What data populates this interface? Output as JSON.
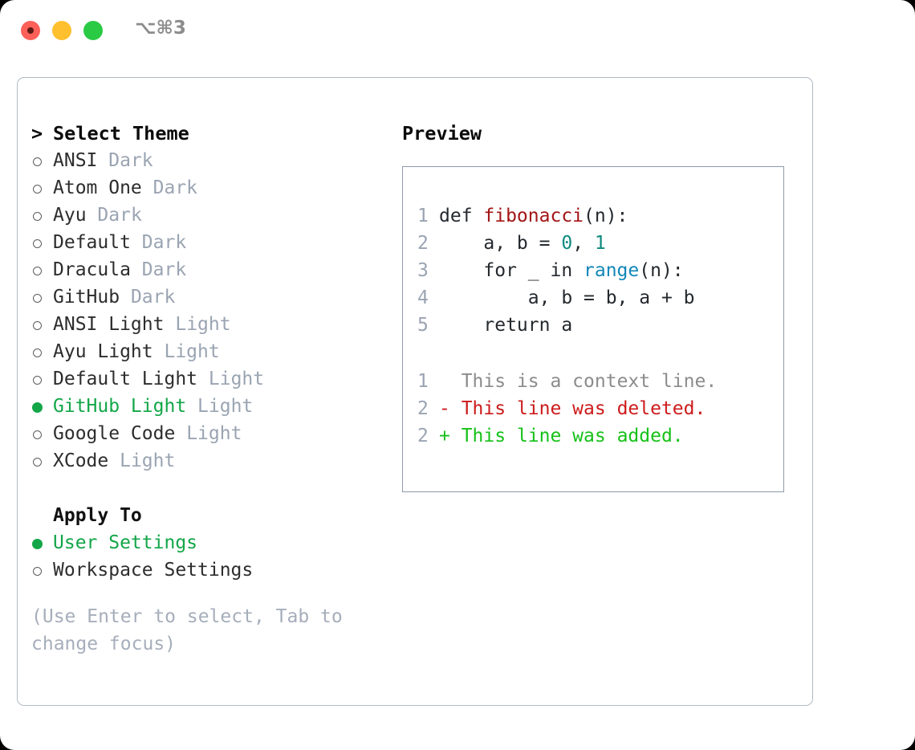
{
  "window": {
    "title": "⌥⌘3",
    "traffic_lights": [
      "close-red",
      "minimize-yellow",
      "maximize-green"
    ]
  },
  "left": {
    "heading_marker": "> ",
    "heading": "Select Theme",
    "themes": [
      {
        "name": "ANSI",
        "tag": "Dark",
        "selected": false
      },
      {
        "name": "Atom One",
        "tag": "Dark",
        "selected": false
      },
      {
        "name": "Ayu",
        "tag": "Dark",
        "selected": false
      },
      {
        "name": "Default",
        "tag": "Dark",
        "selected": false
      },
      {
        "name": "Dracula",
        "tag": "Dark",
        "selected": false
      },
      {
        "name": "GitHub",
        "tag": "Dark",
        "selected": false
      },
      {
        "name": "ANSI Light",
        "tag": "Light",
        "selected": false
      },
      {
        "name": "Ayu Light",
        "tag": "Light",
        "selected": false
      },
      {
        "name": "Default Light",
        "tag": "Light",
        "selected": false
      },
      {
        "name": "GitHub Light",
        "tag": "Light",
        "selected": true
      },
      {
        "name": "Google Code",
        "tag": "Light",
        "selected": false
      },
      {
        "name": "XCode",
        "tag": "Light",
        "selected": false
      }
    ],
    "apply_to_label": "Apply To",
    "apply_to_options": [
      {
        "name": "User Settings",
        "selected": true
      },
      {
        "name": "Workspace Settings",
        "selected": false
      }
    ],
    "hint": "(Use Enter to select, Tab to change focus)"
  },
  "right": {
    "preview_title": "Preview",
    "code_lines": [
      {
        "no": "1",
        "tokens": [
          {
            "t": "def ",
            "k": "kw"
          },
          {
            "t": "fibonacci",
            "k": "fn"
          },
          {
            "t": "(n):",
            "k": "plain"
          }
        ]
      },
      {
        "no": "2",
        "tokens": [
          {
            "t": "    a, b = ",
            "k": "plain"
          },
          {
            "t": "0",
            "k": "num"
          },
          {
            "t": ", ",
            "k": "plain"
          },
          {
            "t": "1",
            "k": "num"
          }
        ]
      },
      {
        "no": "3",
        "tokens": [
          {
            "t": "    for _ in ",
            "k": "kw"
          },
          {
            "t": "range",
            "k": "bi"
          },
          {
            "t": "(n):",
            "k": "plain"
          }
        ]
      },
      {
        "no": "4",
        "tokens": [
          {
            "t": "        a, b = b, a + b",
            "k": "plain"
          }
        ]
      },
      {
        "no": "5",
        "tokens": [
          {
            "t": "    return a",
            "k": "kw"
          }
        ]
      }
    ],
    "diff_lines": [
      {
        "no": "1",
        "sign": " ",
        "text": " This is a context line.",
        "kind": "ctx"
      },
      {
        "no": "2",
        "sign": "-",
        "text": " This line was deleted.",
        "kind": "del"
      },
      {
        "no": "2",
        "sign": "+",
        "text": " This line was added.",
        "kind": "add"
      }
    ]
  },
  "colors": {
    "accent_green": "#13a648",
    "muted": "#9aa4b2",
    "border": "#b3bac6",
    "code_border": "#8d9aab",
    "fn_red": "#a31515",
    "num_teal": "#0f8a7e",
    "builtin_blue": "#1287b8",
    "diff_del": "#cc1b1b",
    "diff_add": "#16c118"
  }
}
